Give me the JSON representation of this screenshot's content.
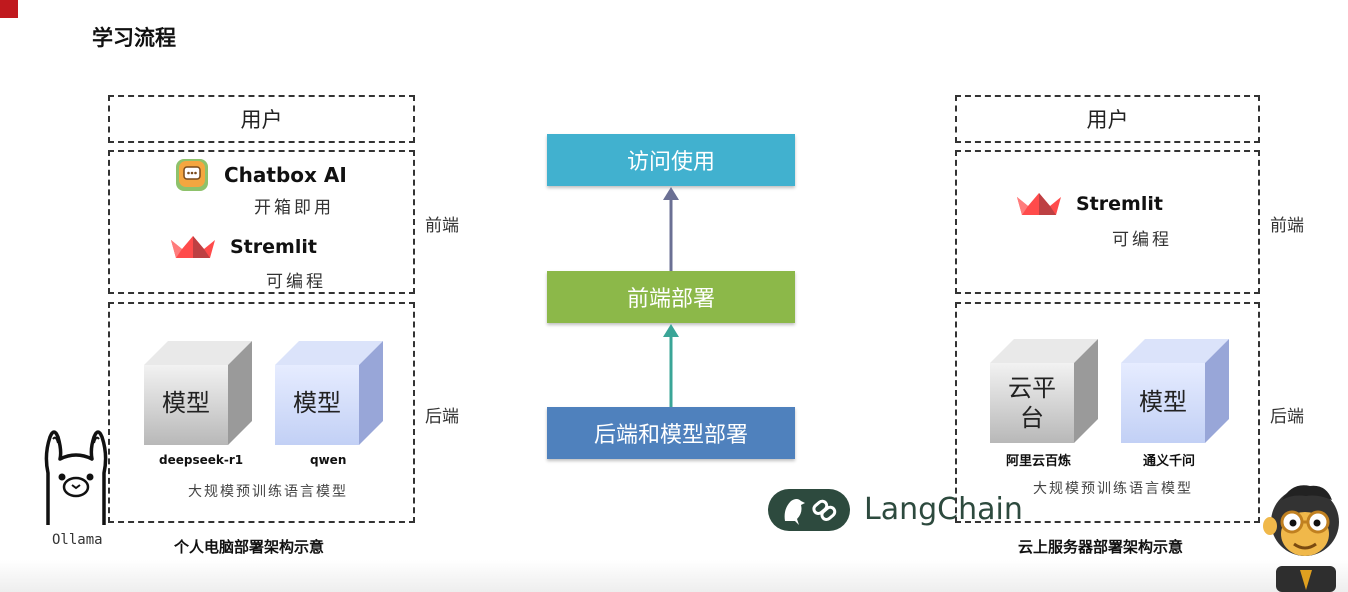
{
  "page": {
    "title": "学习流程"
  },
  "flow": {
    "step_top": "访问使用",
    "step_mid": "前端部署",
    "step_bottom": "后端和模型部署",
    "colors": {
      "top": "#41b1cf",
      "mid": "#8cb849",
      "bottom": "#4f81bd",
      "arrow_upper": "#6b7094",
      "arrow_lower": "#3aa597"
    }
  },
  "local": {
    "user_label": "用户",
    "frontend_label": "前端",
    "backend_label": "后端",
    "chatbox": {
      "name": "Chatbox AI",
      "desc": "开箱即用"
    },
    "streamlit": {
      "name": "Stremlit",
      "desc": "可编程"
    },
    "models": [
      {
        "cube_text": "模型",
        "name": "deepseek-r1",
        "style": "gray"
      },
      {
        "cube_text": "模型",
        "name": "qwen",
        "style": "blue"
      }
    ],
    "models_caption": "大规模预训练语言模型",
    "caption": "个人电脑部署架构示意",
    "ollama_label": "Ollama"
  },
  "cloud": {
    "user_label": "用户",
    "frontend_label": "前端",
    "backend_label": "后端",
    "streamlit": {
      "name": "Stremlit",
      "desc": "可编程"
    },
    "models": [
      {
        "cube_text_line1": "云平",
        "cube_text_line2": "台",
        "name": "阿里云百炼",
        "style": "gray"
      },
      {
        "cube_text": "模型",
        "name": "通义千问",
        "style": "blue"
      }
    ],
    "models_caption": "大规模预训练语言模型",
    "caption": "云上服务器部署架构示意"
  },
  "langchain": {
    "label": "LangChain"
  },
  "icons": [
    "chatbox-icon",
    "streamlit-crown-icon",
    "ollama-llama-icon",
    "langchain-parrot-icon",
    "langchain-link-icon",
    "monkey-mascot-icon"
  ]
}
